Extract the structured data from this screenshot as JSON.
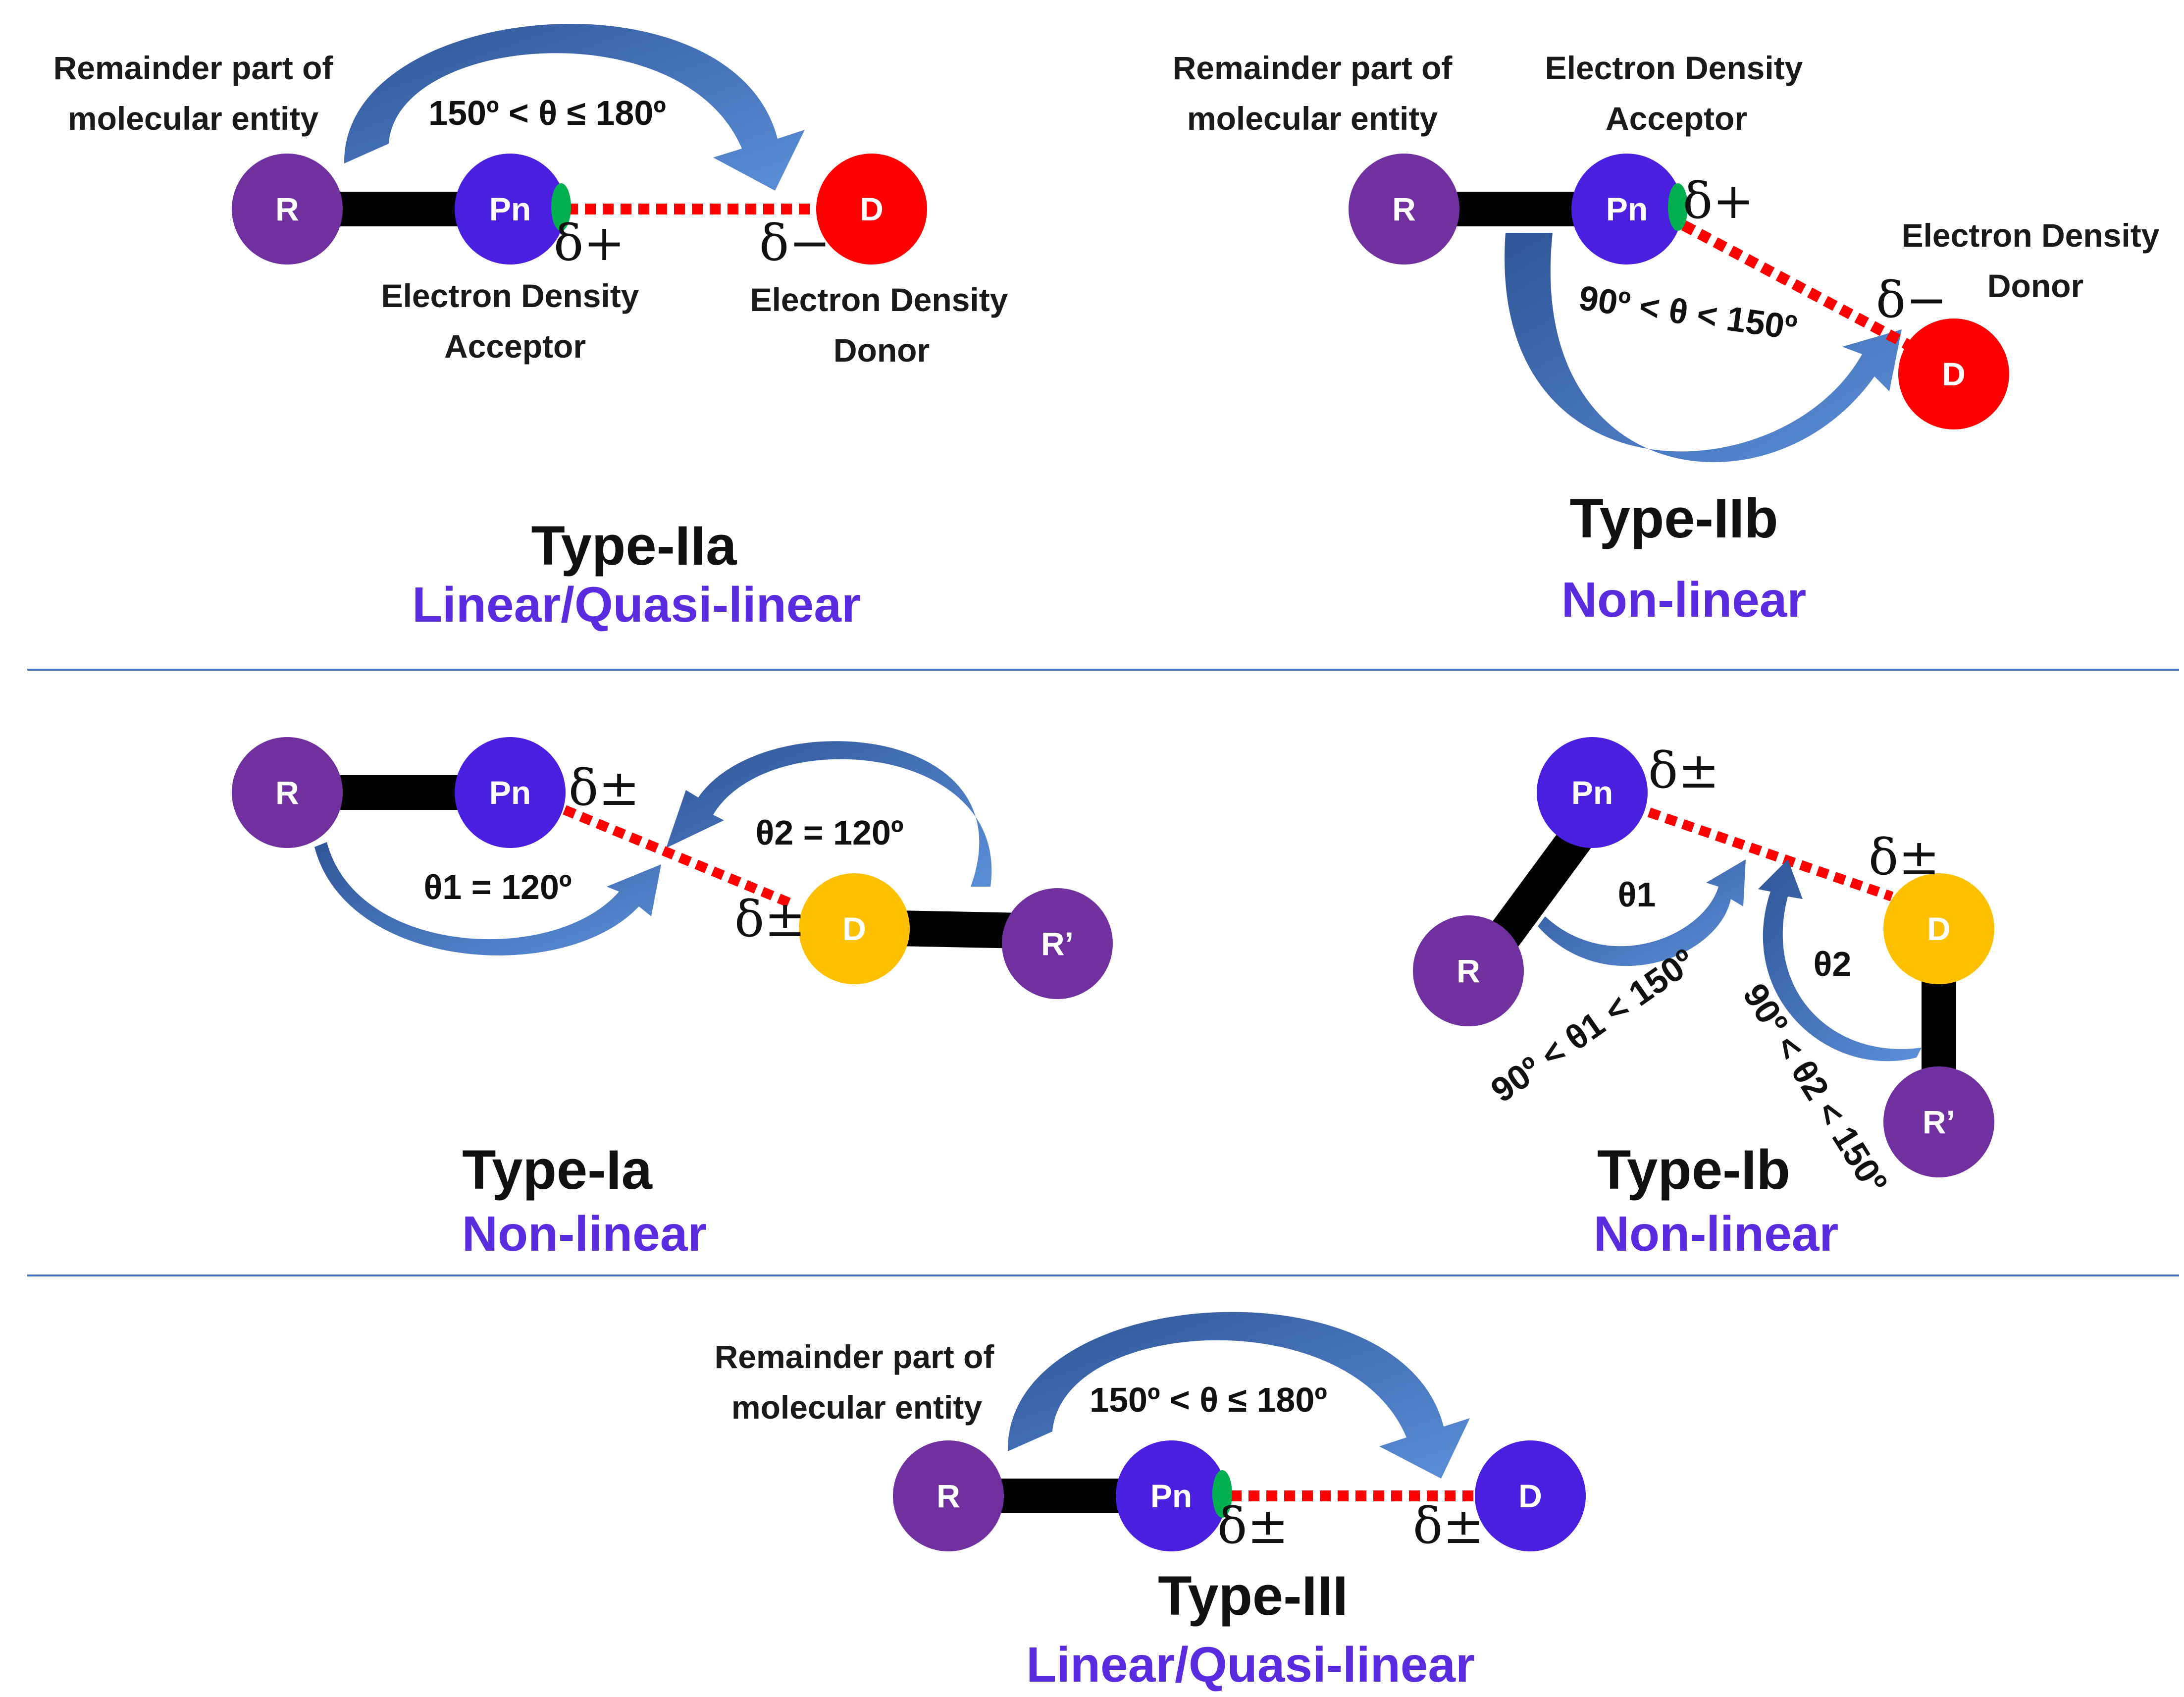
{
  "colors": {
    "atom_R": "#7030A0",
    "atom_Pn": "#4B1FE0",
    "atom_D_red": "#FF0000",
    "atom_D_yellow": "#FFC000",
    "atom_D_blue": "#4B1FE0",
    "sigma_hole": "#00B050",
    "bond": "#000000",
    "interaction": "#FF0000",
    "arrow": "#4472C4",
    "subtitle": "#5B2BE0",
    "divider": "#4472C4"
  },
  "atoms": {
    "R": "R",
    "Pn": "Pn",
    "D": "D",
    "R_prime": "R’"
  },
  "labels": {
    "remainder_1": "Remainder part of",
    "remainder_2": "molecular entity",
    "acceptor_1": "Electron Density",
    "acceptor_2": "Acceptor",
    "donor_1": "Electron Density",
    "donor_2": "Donor"
  },
  "charges": {
    "plus": "δ+",
    "minus": "δ−",
    "pm": "δ±"
  },
  "panels": {
    "type_IIa": {
      "title": "Type-IIa",
      "subtitle": "Linear/Quasi-linear",
      "angle": "150º < θ ≤ 180º"
    },
    "type_IIb": {
      "title": "Type-IIb",
      "subtitle": "Non-linear",
      "angle": "90º < θ < 150º"
    },
    "type_Ia": {
      "title": "Type-Ia",
      "subtitle": "Non-linear",
      "theta1": "θ1 = 120º",
      "theta2": "θ2 = 120º"
    },
    "type_Ib": {
      "title": "Type-Ib",
      "subtitle": "Non-linear",
      "theta1": "θ1",
      "theta2": "θ2",
      "range1": "90º < θ1 < 150º",
      "range2": "90º < θ2 < 150º"
    },
    "type_III": {
      "title": "Type-III",
      "subtitle": "Linear/Quasi-linear",
      "angle": "150º < θ ≤ 180º"
    }
  }
}
